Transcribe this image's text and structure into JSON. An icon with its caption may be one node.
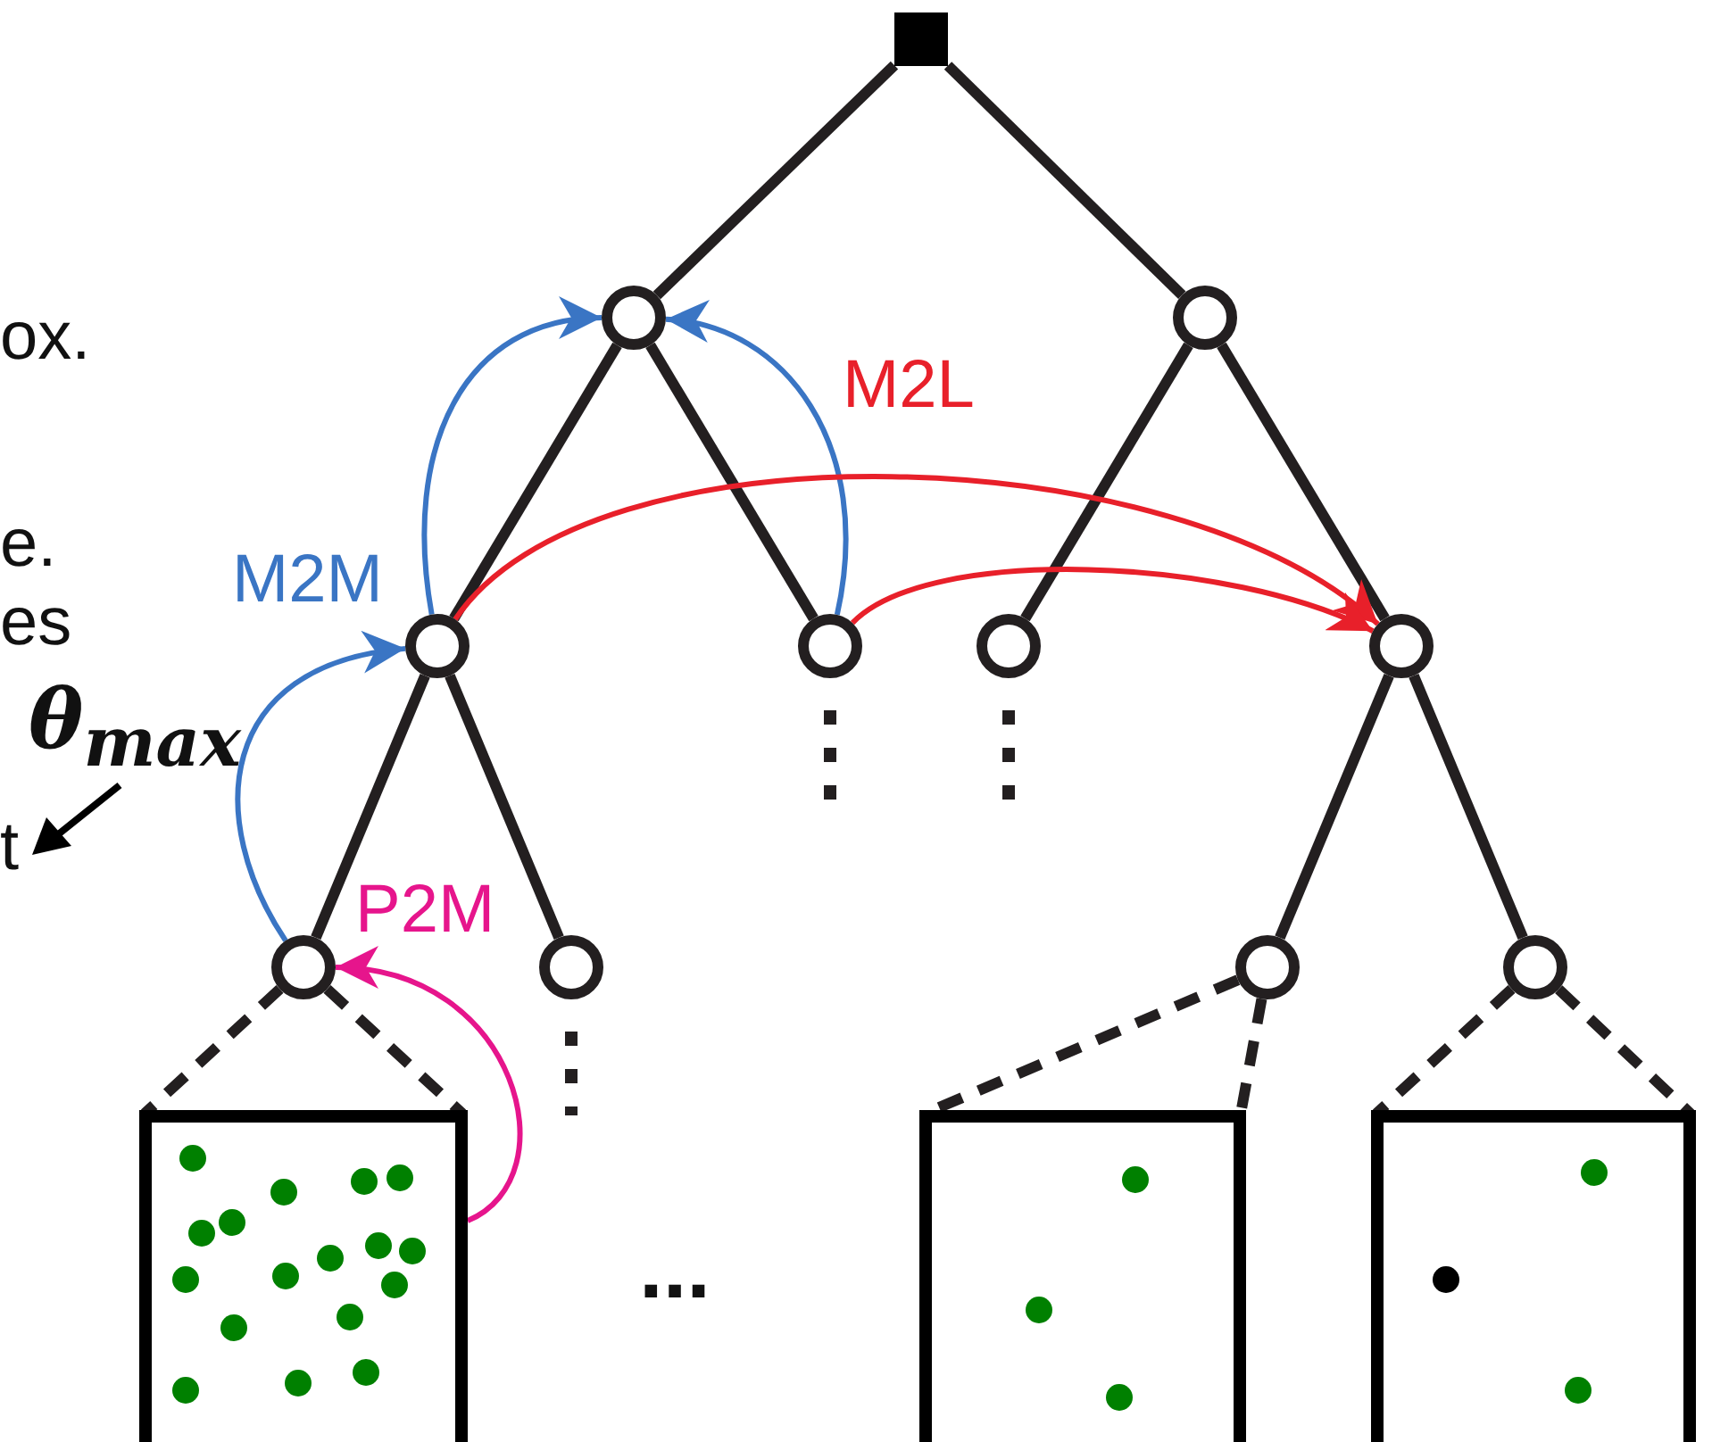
{
  "diagram": {
    "nodes": [
      {
        "text": [],
        "shape": "square"
      },
      {
        "text": [],
        "shape": "circle"
      },
      {
        "text": [],
        "shape": "circle"
      },
      {
        "text": [],
        "shape": "circle"
      },
      {
        "text": [],
        "shape": "circle"
      },
      {
        "text": [],
        "shape": "circle"
      },
      {
        "text": [],
        "shape": "circle"
      },
      {
        "text": [],
        "shape": "circle"
      },
      {
        "text": [],
        "shape": "circle"
      },
      {
        "text": [],
        "shape": "circle"
      },
      {
        "text": [],
        "shape": "circle"
      },
      {
        "text": [],
        "shape": "box"
      },
      {
        "text": [],
        "shape": "box"
      },
      {
        "text": [],
        "shape": "box"
      }
    ],
    "edges": [
      {
        "from": 0,
        "to": 1,
        "arrow": "none"
      },
      {
        "from": 0,
        "to": 2,
        "arrow": "none"
      },
      {
        "from": 1,
        "to": 3,
        "arrow": "none"
      },
      {
        "from": 1,
        "to": 4,
        "arrow": "none"
      },
      {
        "from": 2,
        "to": 5,
        "arrow": "none"
      },
      {
        "from": 2,
        "to": 6,
        "arrow": "none"
      },
      {
        "from": 3,
        "to": 7,
        "arrow": "none"
      },
      {
        "from": 3,
        "to": 8,
        "arrow": "none"
      },
      {
        "from": 6,
        "to": 9,
        "arrow": "none"
      },
      {
        "from": 6,
        "to": 10,
        "arrow": "none"
      },
      {
        "from": 7,
        "to": 11,
        "arrow": "none",
        "style": "dashed"
      },
      {
        "from": 7,
        "to": 11,
        "arrow": "none",
        "style": "dashed"
      },
      {
        "from": 9,
        "to": 12,
        "arrow": "none",
        "style": "dashed"
      },
      {
        "from": 9,
        "to": 12,
        "arrow": "none",
        "style": "dashed"
      },
      {
        "from": 10,
        "to": 13,
        "arrow": "none",
        "style": "dashed"
      },
      {
        "from": 10,
        "to": 13,
        "arrow": "none",
        "style": "dashed"
      },
      {
        "from": 7,
        "to": 3,
        "arrow": "to",
        "color": "#3a75c4"
      },
      {
        "from": 3,
        "to": 1,
        "arrow": "to",
        "color": "#3a75c4",
        "label": "M2M"
      },
      {
        "from": 4,
        "to": 1,
        "arrow": "to",
        "color": "#3a75c4"
      },
      {
        "from": 3,
        "to": 6,
        "arrow": "to",
        "color": "#e8202a",
        "label": "M2L"
      },
      {
        "from": 4,
        "to": 6,
        "arrow": "to",
        "color": "#e8202a"
      },
      {
        "from": 11,
        "to": 7,
        "arrow": "to",
        "color": "#e6158c",
        "label": "P2M"
      }
    ],
    "labels": [
      "ox.",
      "e.",
      "es",
      "θ$_{max}$",
      "t",
      "..."
    ]
  }
}
